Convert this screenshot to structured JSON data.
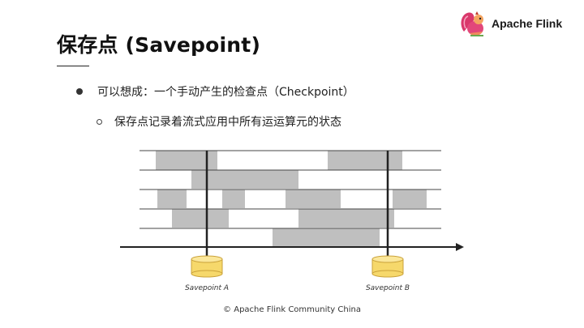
{
  "slide": {
    "title": "保存点 (Savepoint)",
    "bullets": [
      "可以想成：一个手动产生的检查点（Checkpoint）",
      "保存点记录着流式应用中所有运运算元的状态"
    ],
    "footer": "© Apache Flink Community China"
  },
  "logo": {
    "text": "Apache Flink",
    "icon": "squirrel-icon"
  },
  "diagram": {
    "savepoints": [
      {
        "label": "Savepoint A"
      },
      {
        "label": "Savepoint B"
      }
    ],
    "colors": {
      "fill": "#bfbfbf",
      "line": "#222222",
      "disk": "#f6d86b",
      "disk_stroke": "#caa23a"
    }
  }
}
